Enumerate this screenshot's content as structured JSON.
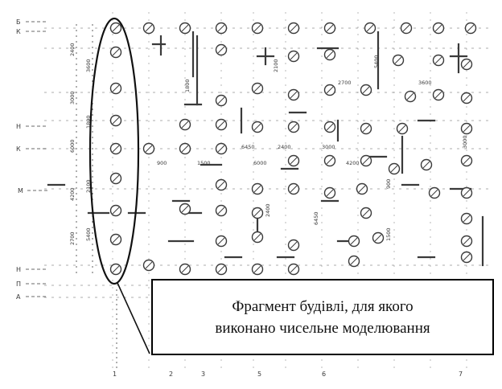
{
  "callout": {
    "line1": "Фрагмент будівлі, для якого",
    "line2": "виконано чисельне моделювання"
  },
  "plan": {
    "row_labels": [
      "Б",
      "К",
      "Н",
      "К",
      "М",
      "Н",
      "П",
      "А"
    ],
    "column_labels": [
      "1",
      "2",
      "3",
      "5",
      "6",
      "7"
    ],
    "dimension_labels": [
      "2400",
      "3000",
      "6000",
      "4200",
      "2700",
      "3600",
      "1800",
      "2100",
      "5400",
      "900",
      "1500",
      "6450"
    ],
    "colors": {
      "ink": "#3a3a3a",
      "highlight": "#111111",
      "paper": "#ffffff"
    }
  }
}
